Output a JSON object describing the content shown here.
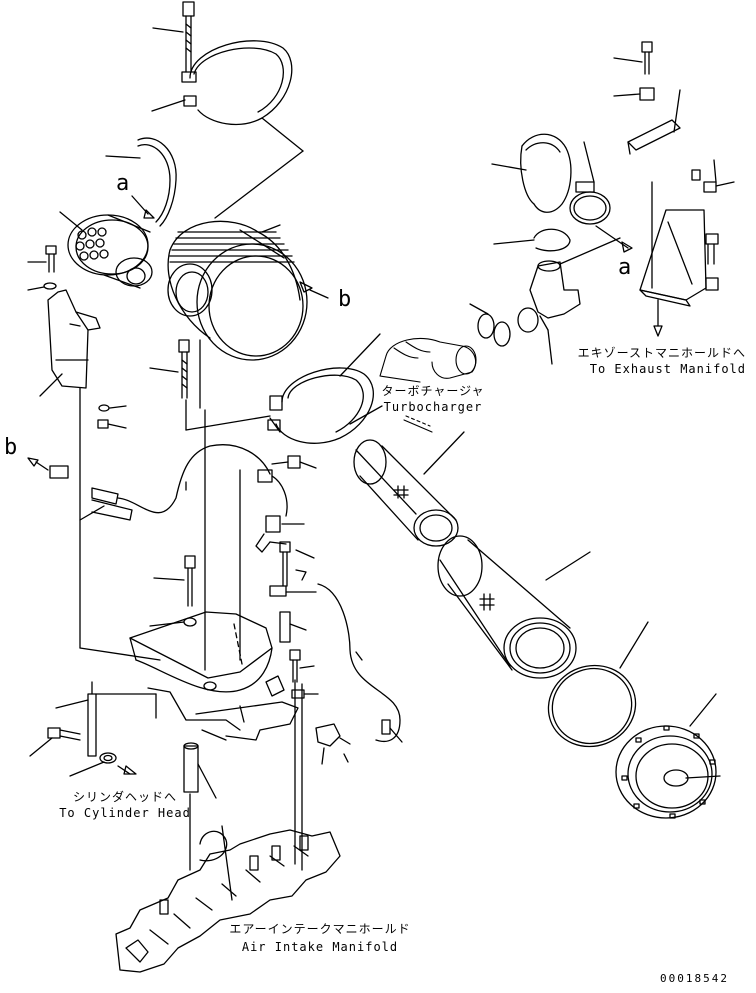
{
  "diagram": {
    "callout_a_left": "a",
    "callout_a_right": "a",
    "callout_b_right": "b",
    "callout_b_left": "b",
    "exhaust_jp": "エキゾーストマニホールドへ",
    "exhaust_en": "To Exhaust Manifold",
    "turbo_jp": "ターボチャージャ",
    "turbo_en": "Turbocharger",
    "cylinder_jp": "シリンダヘッドへ",
    "cylinder_en": "To Cylinder Head",
    "intake_jp": "エアーインテークマニホールド",
    "intake_en": "Air Intake Manifold",
    "drawing_code": "00018542"
  }
}
